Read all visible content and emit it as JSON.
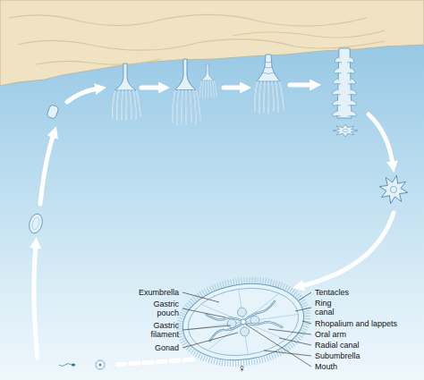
{
  "diagram": {
    "labels": [
      "Exumbrella",
      "Gastric pouch",
      "Gastric filament",
      "Gonad",
      "Tentacles",
      "Ring canal",
      "Rhopalium and lappets",
      "Oral arm",
      "Radial canal",
      "Subumbrella",
      "Mouth",
      "♀"
    ]
  }
}
